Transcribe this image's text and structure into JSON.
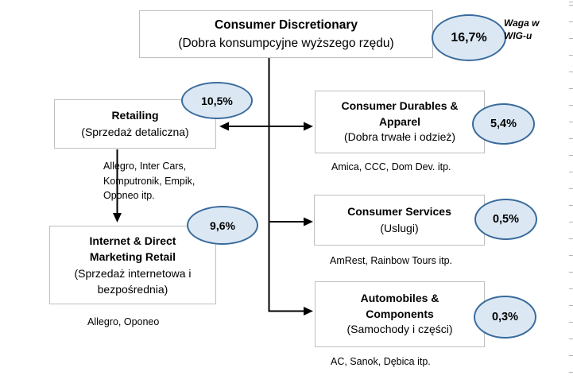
{
  "annotation": {
    "weight_note": "Waga w WIG-u"
  },
  "root": {
    "title": "Consumer Discretionary",
    "subtitle": "(Dobra konsumpcyjne wyższego rzędu)",
    "weight": "16,7%"
  },
  "nodes": {
    "retailing": {
      "title": "Retailing",
      "subtitle": "(Sprzedaż detaliczna)",
      "weight": "10,5%",
      "companies": "Allegro, Inter Cars, Komputronik, Empik, Oponeo itp."
    },
    "internet": {
      "title": "Internet & Direct Marketing Retail",
      "subtitle": "(Sprzedaż internetowa i bezpośrednia)",
      "weight": "9,6%",
      "companies": "Allegro, Oponeo"
    },
    "durables": {
      "title": "Consumer Durables & Apparel",
      "subtitle": "(Dobra trwałe i odzież)",
      "weight": "5,4%",
      "companies": "Amica, CCC, Dom Dev. itp."
    },
    "services": {
      "title": "Consumer Services",
      "subtitle": "(Uslugi)",
      "weight": "0,5%",
      "companies": "AmRest, Rainbow Tours itp."
    },
    "automobiles": {
      "title": "Automobiles & Components",
      "subtitle": "(Samochody i części)",
      "weight": "0,3%",
      "companies": "AC, Sanok, Dębica itp."
    }
  },
  "colors": {
    "ellipse_fill": "#dbe8f4",
    "ellipse_border": "#3a6b9c",
    "box_border": "#bfbfbf",
    "connector": "#000000"
  }
}
